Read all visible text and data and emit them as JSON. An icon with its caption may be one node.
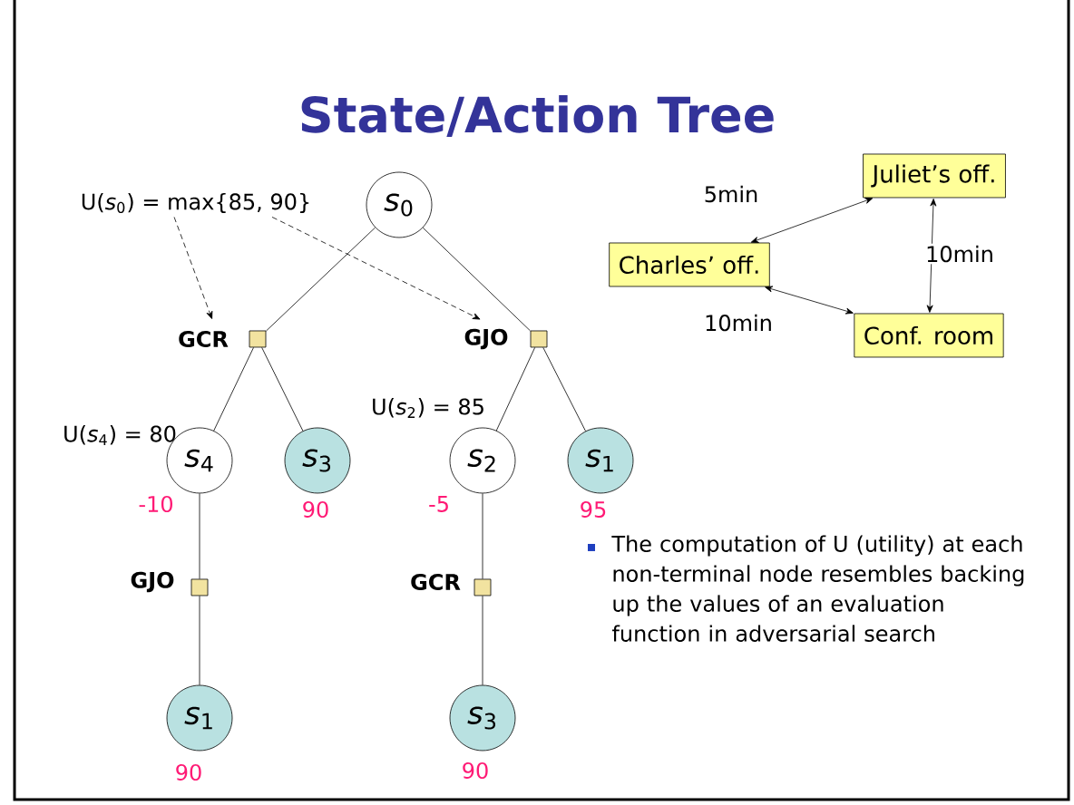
{
  "diagram": {
    "title": "State/Action Tree",
    "nodes": [
      {
        "text": [
          "*s*$_{0}$"
        ]
      },
      {
        "text": [],
        "shape": "box",
        "beside": [
          "GCR"
        ]
      },
      {
        "text": [],
        "shape": "box",
        "beside": [
          "GJO"
        ]
      },
      {
        "text": [
          "*s*$_{4}$"
        ],
        "beside": [
          "U(*s*$_{4}$) = 80",
          "-10"
        ]
      },
      {
        "text": [
          "*s*$_{3}$"
        ],
        "beside": [
          "90"
        ]
      },
      {
        "text": [
          "*s*$_{2}$"
        ],
        "beside": [
          "U(*s*$_{2}$) = 85",
          "-5"
        ]
      },
      {
        "text": [
          "*s*$_{1}$"
        ],
        "beside": [
          "95"
        ]
      },
      {
        "text": [],
        "shape": "box",
        "beside": [
          "GJO"
        ]
      },
      {
        "text": [],
        "shape": "box",
        "beside": [
          "GCR"
        ]
      },
      {
        "text": [
          "*s*$_{1}$"
        ],
        "beside": [
          "90"
        ]
      },
      {
        "text": [
          "*s*$_{3}$"
        ],
        "beside": [
          "90"
        ]
      },
      {
        "text": [
          "U(*s*$_{0}$) = max{85, 90}"
        ]
      },
      {
        "text": [
          "Juliet’s off."
        ]
      },
      {
        "text": [
          "Charles’ off."
        ]
      },
      {
        "text": [
          "Conf. room"
        ]
      }
    ],
    "edges": [
      {
        "from": 0,
        "to": 1,
        "arrow": "none"
      },
      {
        "from": 0,
        "to": 2,
        "arrow": "none"
      },
      {
        "from": 1,
        "to": 3,
        "arrow": "none"
      },
      {
        "from": 1,
        "to": 4,
        "arrow": "none"
      },
      {
        "from": 2,
        "to": 5,
        "arrow": "none"
      },
      {
        "from": 2,
        "to": 6,
        "arrow": "none"
      },
      {
        "from": 3,
        "to": 7,
        "arrow": "none"
      },
      {
        "from": 7,
        "to": 9,
        "arrow": "none"
      },
      {
        "from": 5,
        "to": 8,
        "arrow": "none"
      },
      {
        "from": 8,
        "to": 10,
        "arrow": "none"
      },
      {
        "from": 11,
        "to": 1,
        "arrow": "to",
        "style": "dashed"
      },
      {
        "from": 11,
        "to": 2,
        "arrow": "to",
        "style": "dashed"
      },
      {
        "from": 13,
        "to": 12,
        "arrow": "both",
        "label": "5min"
      },
      {
        "from": 12,
        "to": 14,
        "arrow": "both",
        "label": "10min"
      },
      {
        "from": 13,
        "to": 14,
        "arrow": "both",
        "label": "10min"
      }
    ],
    "labels": [
      "The computation of U (utility) at each non-terminal node resembles backing up the values of an evaluation function in adversarial search"
    ]
  }
}
